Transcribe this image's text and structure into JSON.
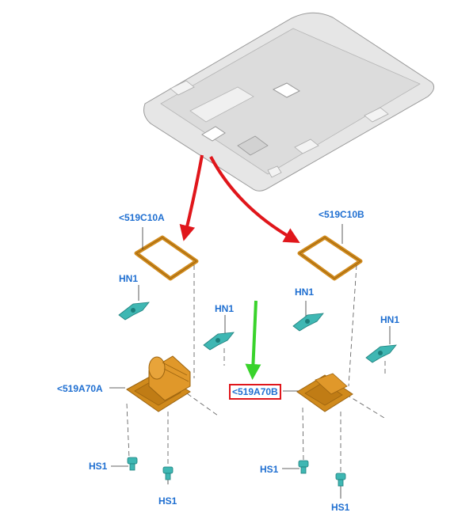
{
  "colors": {
    "label": "#1f6fd1",
    "highlight_box": "#e0161b",
    "arrow_red": "#e0161b",
    "arrow_green": "#39d32b",
    "part_orange": "#d08a1c",
    "part_orange_dark": "#9c6410",
    "clip_teal": "#3fb7b3",
    "headliner": "#e6e6e6",
    "line": "#333333"
  },
  "labels": {
    "c10a": "<519C10A",
    "c10b": "<519C10B",
    "a70a": "<519A70A",
    "a70b": "<519A70B",
    "hn1_left_a": "HN1",
    "hn1_left_b": "HN1",
    "hn1_right_a": "HN1",
    "hn1_right_b": "HN1",
    "hs1_left_a": "HS1",
    "hs1_left_b": "HS1",
    "hs1_right_a": "HS1",
    "hs1_right_b": "HS1"
  },
  "icons": {
    "headliner": "roof-headliner-icon",
    "gasket": "frame-gasket-icon",
    "console": "overhead-console-icon",
    "clip": "retainer-clip-icon",
    "screw": "screw-icon"
  }
}
